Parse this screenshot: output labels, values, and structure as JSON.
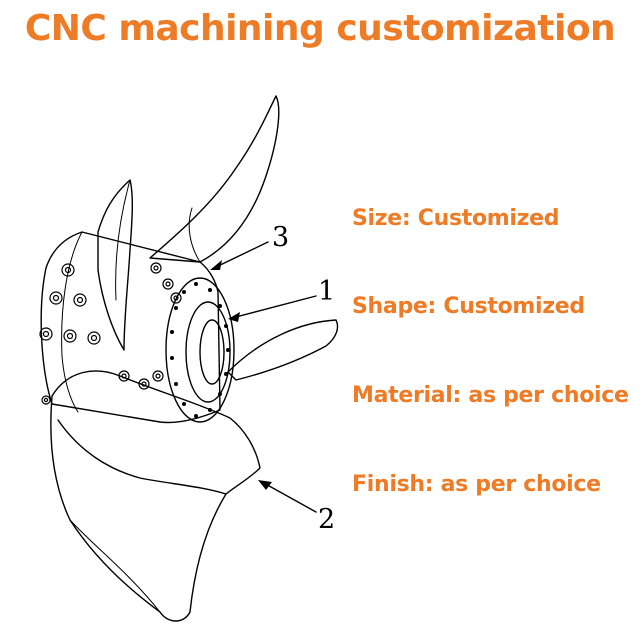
{
  "title": "CNC machining customization",
  "specs": {
    "size": "Size: Customized",
    "shape": "Shape: Customized",
    "material": "Material: as per choice",
    "finish": "Finish: as per choice"
  },
  "callouts": {
    "hole": "3",
    "flange": "1",
    "blade": "2"
  },
  "colors": {
    "accent": "#ee7b26",
    "line": "#000000"
  }
}
